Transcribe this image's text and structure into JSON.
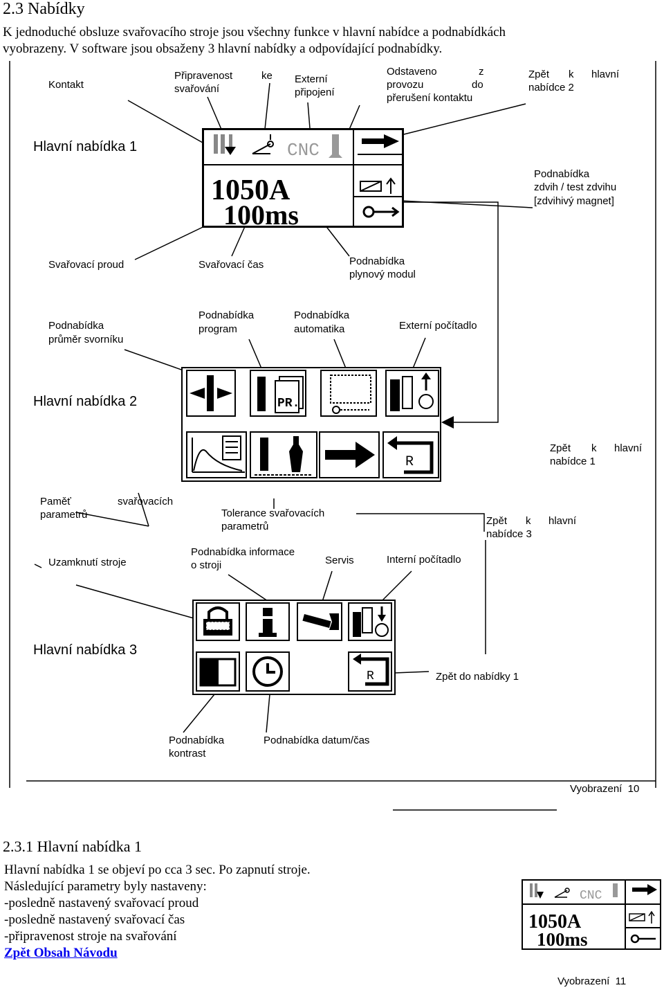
{
  "section": {
    "heading": "2.3 Nabídky",
    "intro_line1": "K jednoduché obsluze svařovacího stroje jsou všechny funkce v hlavní nabídce a podnabídkách",
    "intro_line2": "vyobrazeny. V software jsou obsaženy 3 hlavní nabídky a odpovídající podnabídky."
  },
  "figure10": {
    "caption": "Vyobrazení  10",
    "menu1": {
      "title": "Hlavní nabídka 1",
      "lcd_current": "1050A",
      "lcd_time": "100ms",
      "lcd_cnc": "CNC",
      "labels": {
        "kontakt": "Kontakt",
        "pripravenost_1": "Připravenost",
        "pripravenost_ke": "ke",
        "pripravenost_2": "svařování",
        "externi_1": "Externí",
        "externi_2": "připojení",
        "odstaveno_1": "Odstaveno",
        "odstaveno_z": "z",
        "odstaveno_2": "provozu",
        "odstaveno_do": "do",
        "odstaveno_3": "přerušení kontaktu",
        "zpet2_1": "Zpět",
        "zpet2_k": "k",
        "zpet2_hl": "hlavní",
        "zpet2_2": "nabídce 2",
        "zdvih_1": "Podnabídka",
        "zdvih_2": "zdvih / test zdvihu",
        "zdvih_3": "[zdvihivý magnet]",
        "proud": "Svařovací proud",
        "cas": "Svařovací čas",
        "plyn_1": "Podnabídka",
        "plyn_2": "plynový modul"
      }
    },
    "menu2": {
      "title_a": "Hlavní nabídka",
      "title_b": "2",
      "labels": {
        "prumer_1": "Podnabídka",
        "prumer_2": "průměr svorníku",
        "program_1": "Podnabídka",
        "program_2": "program",
        "auto_1": "Podnabídka",
        "auto_2": "automatika",
        "pocitadlo": "Externí počítadlo",
        "zpet1_1": "Zpět",
        "zpet1_k": "k",
        "zpet1_hl": "hlavní",
        "zpet1_2": "nabídce  1"
      },
      "icon_text_pr": "PR.",
      "icon_text_r": "R"
    },
    "menu3": {
      "title_a": "Hlavní nabídka",
      "title_b": "3",
      "labels": {
        "pamet_1": "Paměť",
        "pamet_sv": "svařovacích",
        "pamet_2": "parametrů",
        "tol_1": "Tolerance  svařovacích",
        "tol_2": "parametrů",
        "zpet3_1": "Zpět",
        "zpet3_k": "k",
        "zpet3_hl": "hlavní",
        "zpet3_2": "nabídce 3",
        "zamek": "Uzamknutí stroje",
        "info_1": "Podnabídka informace",
        "info_2": "o stroji",
        "servis": "Servis",
        "interni": "Interní počítadlo",
        "zpet_do_1": "Zpět do nabídky 1",
        "kontrast_1": "Podnabídka",
        "kontrast_2": "kontrast",
        "datum": "Podnabídka datum/čas"
      },
      "icon_text_r": "R"
    }
  },
  "subsection": {
    "heading": "2.3.1 Hlavní nabídka 1",
    "line1": "Hlavní nabídka 1 se objeví po cca 3 sec. Po zapnutí stroje.",
    "line2": "Následující parametry byly nastaveny:",
    "line3": "-posledně nastavený svařovací proud",
    "line4": "-posledně nastavený svařovací čas",
    "line5": "-připravenost stroje na svařování",
    "link": "Zpět Obsah Návodu"
  },
  "figure11": {
    "caption": "Vyobrazení  11",
    "lcd_current": "1050A",
    "lcd_time": "100ms",
    "lcd_cnc": "CNC"
  }
}
